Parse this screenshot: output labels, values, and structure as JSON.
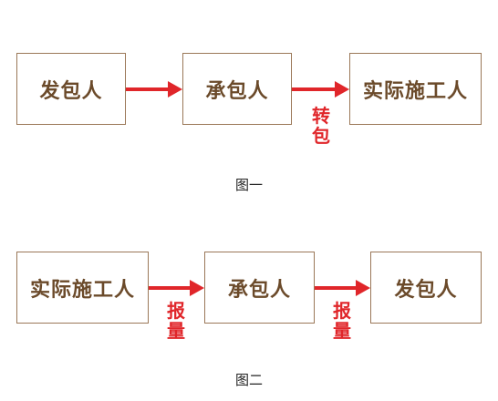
{
  "colors": {
    "box_border": "#9a7757",
    "box_text": "#6b4a2a",
    "arrow": "#e0262a"
  },
  "figure1": {
    "boxes": [
      "发包人",
      "承包人",
      "实际施工人"
    ],
    "arrow_labels": [
      "",
      "转包"
    ],
    "caption": "图一"
  },
  "figure2": {
    "boxes": [
      "实际施工人",
      "承包人",
      "发包人"
    ],
    "arrow_labels": [
      "报量",
      "报量"
    ],
    "caption": "图二"
  }
}
